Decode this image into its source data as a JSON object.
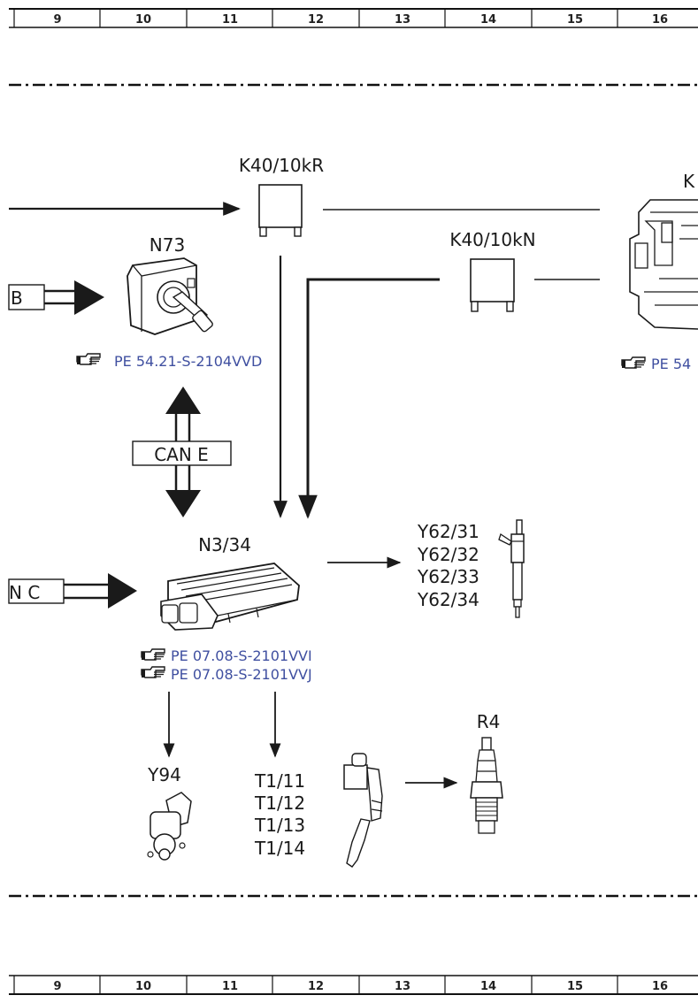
{
  "grid": {
    "columns": [
      "9",
      "10",
      "11",
      "12",
      "13",
      "14",
      "15",
      "16"
    ]
  },
  "components": {
    "relay_kr": {
      "label": "K40/10kR"
    },
    "relay_kn": {
      "label": "K40/10kN"
    },
    "right_partial": {
      "label": "K",
      "ref": "PE 54"
    },
    "n73": {
      "label": "N73",
      "ref": "PE 54.21-S-2104VVD"
    },
    "n3_34": {
      "label": "N3/34",
      "refs": [
        "PE 07.08-S-2101VVI",
        "PE 07.08-S-2101VVJ"
      ]
    },
    "y62": {
      "labels": [
        "Y62/31",
        "Y62/32",
        "Y62/33",
        "Y62/34"
      ]
    },
    "y94": {
      "label": "Y94"
    },
    "t1": {
      "labels": [
        "T1/11",
        "T1/12",
        "T1/13",
        "T1/14"
      ]
    },
    "r4": {
      "label": "R4"
    }
  },
  "buses": {
    "can_b": "B",
    "can_c": "N C",
    "can_e": "CAN E"
  },
  "icons": {
    "reference_pointer": "pointing-hand-icon"
  }
}
